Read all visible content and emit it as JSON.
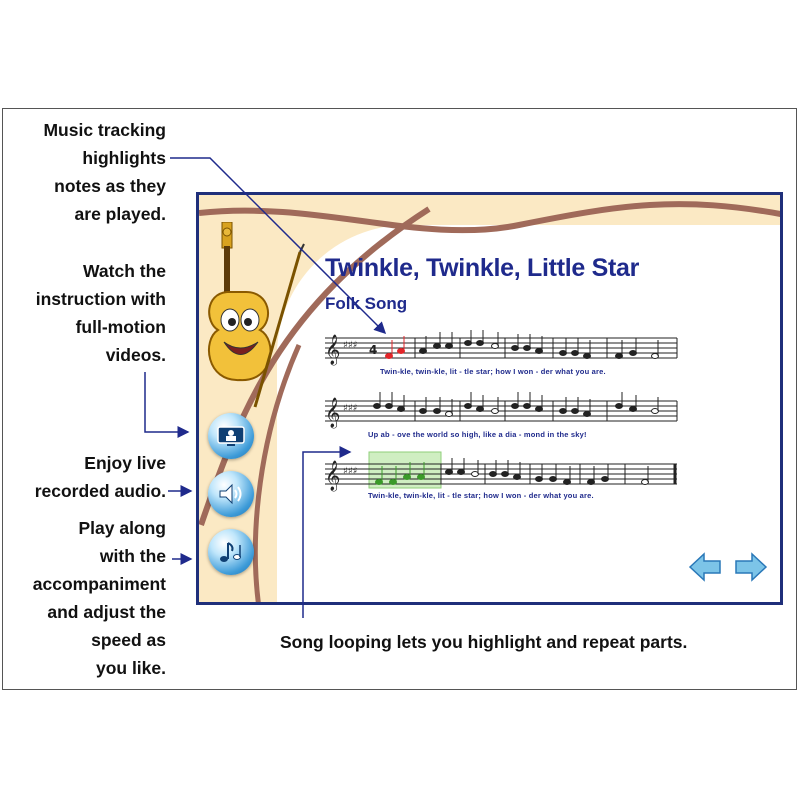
{
  "callouts": {
    "tracking": "Music tracking\nhighlights\nnotes as they\nare played.",
    "videos": "Watch the\ninstruction with\nfull-motion\nvideos.",
    "audio": "Enjoy live\nrecorded audio.",
    "playalong": "Play along\nwith the\naccompaniment\nand adjust the\nspeed as\nyou like.",
    "looping": "Song looping lets you highlight and repeat parts."
  },
  "screen": {
    "title": "Twinkle, Twinkle, Little Star",
    "subtitle": "Folk Song",
    "lyrics": [
      "Twin-kle, twin-kle,   lit - tle  star;     how  I  won - der   what you are.",
      "Up  ab - ove  the   world so  high,      like  a  dia - mond   in  the  sky!",
      "Twin-kle, twin-kle,   lit - tle  star;     how  I  won - der   what you are."
    ]
  },
  "side_buttons": [
    {
      "name": "video",
      "icon": "video-screen-icon"
    },
    {
      "name": "audio",
      "icon": "speaker-icon"
    },
    {
      "name": "accompaniment",
      "icon": "music-notes-icon"
    }
  ],
  "nav": {
    "prev_icon": "left-arrow-icon",
    "next_icon": "right-arrow-icon"
  },
  "colors": {
    "navy": "#1f2a8c",
    "frame_beige": "#fbe9c4",
    "swirl_brown": "#a06a5a",
    "highlight_red": "#e3262a",
    "loop_green": "#cfeec2",
    "button_blue": "#3d9bd8"
  }
}
